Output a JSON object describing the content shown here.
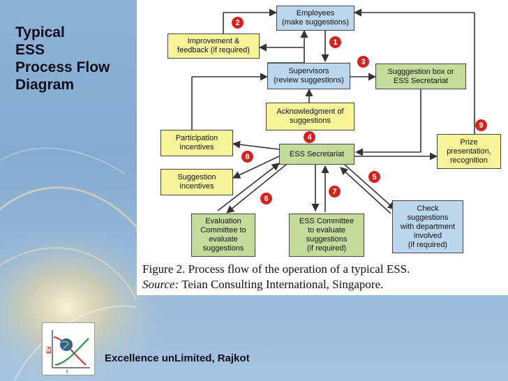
{
  "slide": {
    "title_lines": [
      "Typical",
      "ESS",
      "Process Flow",
      "Diagram"
    ],
    "organization": "Excellence unLimited, Rajkot"
  },
  "diagram": {
    "nodes": {
      "employees": "Employees\n(make suggestions)",
      "improvement": "Improvement &\nfeedback (if required)",
      "supervisors": "Supervisors\n(review suggestions)",
      "suggestion_box": "Sugggestion box or\nESS Secretariat",
      "acknowledgment": "Acknowledgment of\nsuggestions",
      "participation": "Participation\nincentives",
      "ess_secretariat": "ESS Secretariat",
      "prize": "Prize\npresentation,\nrecognition",
      "suggestion_incentives": "Suggestion\nincentives",
      "check": "Check\nsuggestions\nwith department\ninvolved\n(if required)",
      "evaluation": "Evaluation\nCommittee to\nevaluate\nsuggestions",
      "committee": "ESS Committee\nto evaluate\nsuggestions\n(if required)"
    },
    "steps": [
      "1",
      "2",
      "3",
      "4",
      "5",
      "6",
      "7",
      "8",
      "9"
    ],
    "colors": {
      "blue_box": "#bcd6ee",
      "yellow_box": "#f8f49a",
      "green_box": "#c4db9c",
      "step_badge": "#d2231f"
    }
  },
  "caption": {
    "line1": "Figure 2. Process flow of the operation of a typical ESS.",
    "source_label": "Source:",
    "source_text": " Teian Consulting International, Singapore."
  },
  "logo": {
    "letters": "Ex",
    "axis_letter": "t",
    "icon": "globe-icon"
  }
}
